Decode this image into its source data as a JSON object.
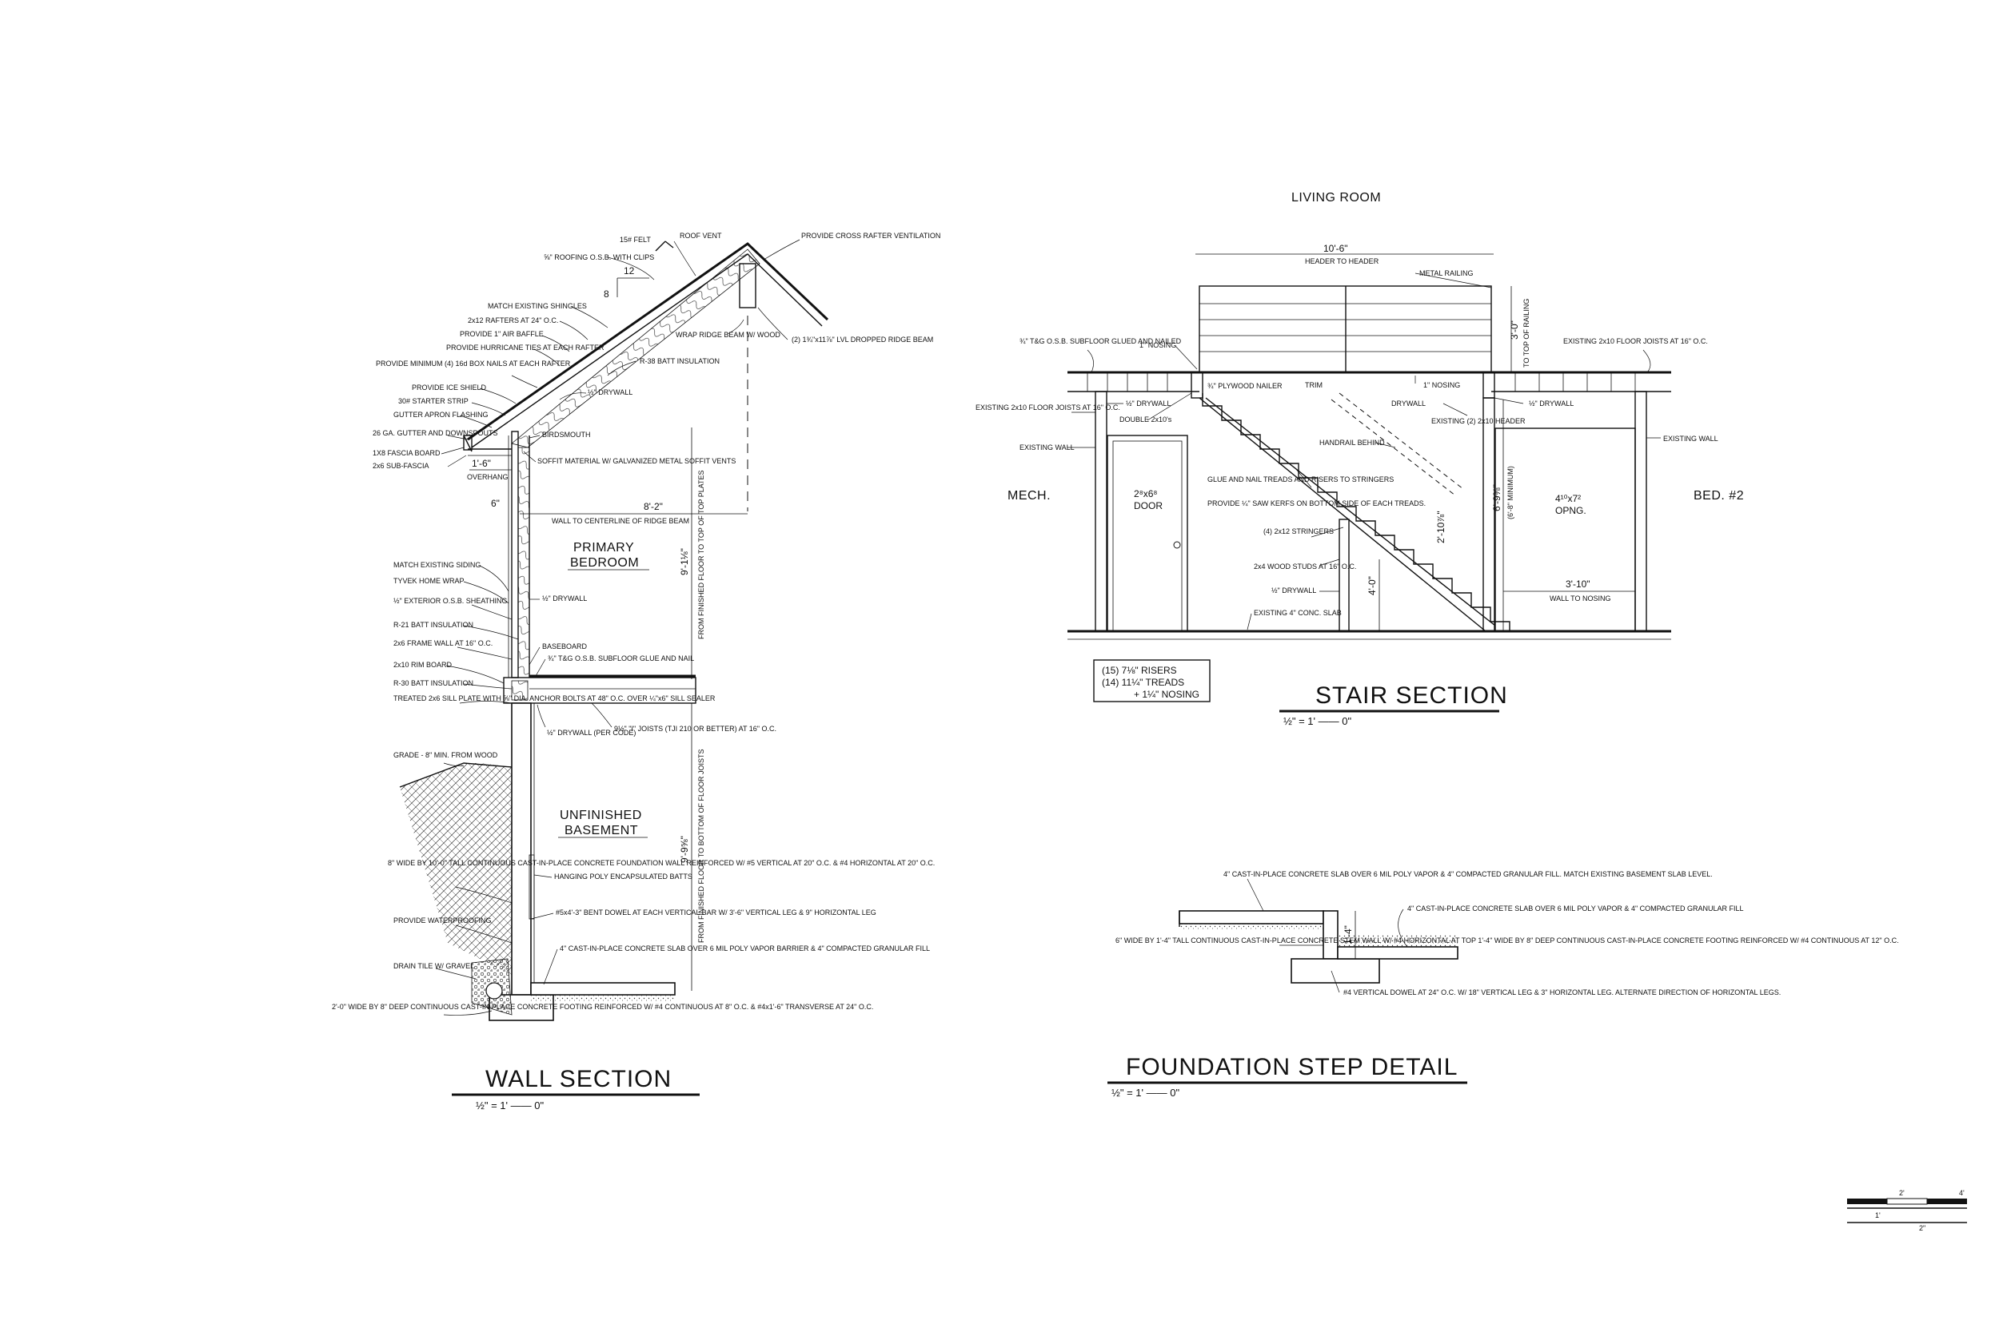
{
  "wall_section": {
    "title": "WALL SECTION",
    "scale": "½\" = 1' —— 0\"",
    "rooms": {
      "primary_line1": "PRIMARY",
      "primary_line2": "BEDROOM",
      "basement_line1": "UNFINISHED",
      "basement_line2": "BASEMENT"
    },
    "pitch": {
      "rise": "8",
      "run": "12"
    },
    "dims": {
      "overhang": "1'-6\"",
      "overhang_label": "OVERHANG",
      "six": "6\"",
      "ridge": "8'-2\"",
      "ridge_label": "WALL TO CENTERLINE OF RIDGE BEAM",
      "upper": "9'-1⅛\"",
      "upper_label": "FROM FINISHED FLOOR TO TOP OF TOP PLATES",
      "lower": "9'-9⅝\"",
      "lower_label": "FROM FINISHED FLOOR TO BOTTOM OF FLOOR JOISTS"
    },
    "notes_left": [
      "15# FELT",
      "⅝\" ROOFING O.S.B. WITH CLIPS",
      "MATCH EXISTING SHINGLES",
      "2x12 RAFTERS AT 24\" O.C.",
      "PROVIDE 1\" AIR BAFFLE",
      "PROVIDE HURRICANE TIES AT EACH RAFTER",
      "PROVIDE MINIMUM (4) 16d BOX NAILS AT EACH RAFTER",
      "PROVIDE ICE SHIELD",
      "30# STARTER STRIP",
      "GUTTER APRON FLASHING",
      "26 GA. GUTTER AND DOWNSPOUTS",
      "1X8 FASCIA BOARD",
      "2x6 SUB-FASCIA",
      "MATCH EXISTING SIDING",
      "TYVEK HOME WRAP",
      "½\" EXTERIOR O.S.B. SHEATHING",
      "R-21 BATT INSULATION",
      "2x6 FRAME WALL AT 16\" O.C.",
      "2x10 RIM BOARD",
      "R-30 BATT INSULATION",
      "TREATED 2x6 SILL PLATE WITH ⅝\" DIA. ANCHOR BOLTS AT 48\" O.C. OVER ¼\"x6\" SILL SEALER",
      "GRADE - 8\" MIN. FROM WOOD",
      "8\" WIDE BY 10'-0\" TALL CONTINUOUS CAST-IN-PLACE CONCRETE FOUNDATION WALL REINFORCED W/ #5 VERTICAL AT 20\" O.C. & #4 HORIZONTAL AT 20\" O.C.",
      "PROVIDE WATERPROOFING",
      "DRAIN TILE W/ GRAVEL",
      "2'-0\" WIDE BY 8\" DEEP CONTINUOUS CAST-IN-PLACE CONCRETE FOOTING REINFORCED W/ #4 CONTINUOUS AT 8\" O.C. & #4x1'-6\" TRANSVERSE AT 24\" O.C."
    ],
    "notes_right": [
      "ROOF VENT",
      "PROVIDE CROSS RAFTER VENTILATION",
      "WRAP RIDGE BEAM W/ WOOD",
      "(2) 1¾\"x11⅞\" LVL DROPPED RIDGE BEAM",
      "R-38 BATT INSULATION",
      "½\" DRYWALL",
      "BIRDSMOUTH",
      "SOFFIT MATERIAL W/ GALVANIZED METAL SOFFIT VENTS",
      "½\" DRYWALL",
      "BASEBOARD",
      "¾\" T&G O.S.B. SUBFLOOR GLUE AND NAIL",
      "½\" DRYWALL (PER CODE)",
      "9½\" \"I\" JOISTS (TJI 210 OR BETTER) AT 16\" O.C.",
      "HANGING POLY ENCAPSULATED BATTS",
      "#5x4'-3\" BENT DOWEL AT EACH VERTICAL BAR W/ 3'-6\" VERTICAL LEG & 9\" HORIZONTAL LEG",
      "4\" CAST-IN-PLACE CONCRETE SLAB OVER 6 MIL POLY VAPOR BARRIER & 4\" COMPACTED GRANULAR FILL"
    ]
  },
  "stair_section": {
    "title": "STAIR SECTION",
    "scale": "½\" = 1' —— 0\"",
    "rooms": {
      "top": "LIVING ROOM",
      "left": "MECH.",
      "right": "BED. #2"
    },
    "door": {
      "size": "2⁸x6⁸",
      "label": "DOOR"
    },
    "opening": {
      "size": "4¹⁰x7²",
      "label": "OPNG."
    },
    "dims": {
      "header_to_header": "10'-6\"",
      "header_label": "HEADER TO HEADER",
      "rail_height": "3'-0\"",
      "rail_label": "TO TOP OF RAILING",
      "headroom": "6'-9⅜\"",
      "headroom_label": "(6'-8\" MINIMUM)",
      "stringer_h": "2'-10⅞\"",
      "knee": "4'-0\"",
      "wall_to_nosing": "3'-10\"",
      "wall_to_nosing_label": "WALL TO NOSING"
    },
    "notes": [
      "METAL RAILING",
      "¾\" T&G O.S.B. SUBFLOOR GLUED AND NAILED",
      "1\" NOSING",
      "EXISTING 2x10 FLOOR JOISTS AT 16\" O.C.",
      "½\" DRYWALL",
      "EXISTING 2x10 FLOOR JOISTS AT 16\" O.C.",
      "DOUBLE 2x10's",
      "EXISTING WALL",
      "¾\" PLYWOOD NAILER",
      "TRIM",
      "1\" NOSING",
      "DRYWALL",
      "HANDRAIL BEHIND",
      "EXISTING (2) 2x10 HEADER",
      "½\" DRYWALL",
      "EXISTING WALL",
      "GLUE AND NAIL TREADS AND RISERS TO STRINGERS",
      "PROVIDE ¼\" SAW KERFS ON BOTTOM SIDE OF EACH TREADS.",
      "(4) 2x12 STRINGERS",
      "2x4 WOOD STUDS AT 16\" O.C.",
      "½\" DRYWALL",
      "EXISTING 4\" CONC. SLAB"
    ],
    "schedule": [
      "(15) 7⅛\" RISERS",
      "(14) 11¼\" TREADS",
      "+ 1¼\" NOSING"
    ]
  },
  "foundation_step": {
    "title": "FOUNDATION STEP DETAIL",
    "scale": "½\" = 1' —— 0\"",
    "dim": "1'-4\"",
    "notes": [
      "4\" CAST-IN-PLACE CONCRETE SLAB OVER 6 MIL POLY VAPOR & 4\" COMPACTED GRANULAR FILL. MATCH EXISTING BASEMENT SLAB LEVEL.",
      "4\" CAST-IN-PLACE CONCRETE SLAB OVER 6 MIL POLY VAPOR & 4\" COMPACTED GRANULAR FILL",
      "6\" WIDE BY 1'-4\" TALL CONTINUOUS CAST-IN-PLACE CONCRETE STEM WALL W/ #4 HORIZONTAL AT TOP 1'-4\" WIDE BY 8\" DEEP CONTINUOUS CAST-IN-PLACE CONCRETE FOOTING REINFORCED W/ #4 CONTINUOUS AT 12\" O.C.",
      "#4 VERTICAL DOWEL AT 24\" O.C. W/ 18\" VERTICAL LEG & 3\" HORIZONTAL LEG. ALTERNATE DIRECTION OF HORIZONTAL LEGS."
    ]
  },
  "graphic_scale": {
    "a": "2'",
    "b": "4'",
    "c": "1'",
    "d": "2\""
  }
}
